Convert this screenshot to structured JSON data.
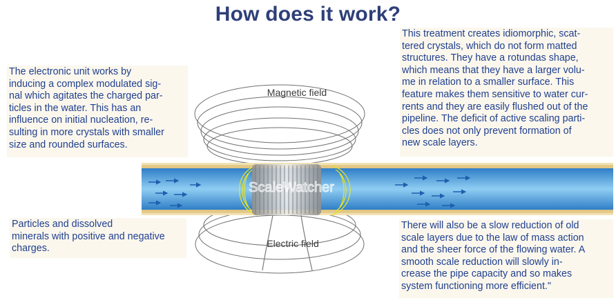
{
  "title": "How does it work?",
  "notes": {
    "top_left": "The electronic unit works by\ninducing a  complex modulated sig-\nnal which agitates the charged par-\nticles in the water. This has an\ninfluence on initial nucleation, re-\nsulting in more crystals with smaller\nsize and rounded surfaces.",
    "top_right": "This treatment creates idiomorphic, scat-\ntered crystals, which do not form matted\nstructures. They have a rotundas shape,\nwhich means that they have a larger volu-\nme in relation to a smaller surface. This\nfeature makes them sensitive to water cur-\nrents and they are easily flushed out of the\npipeline. The deficit of active scaling parti-\ncles does not only prevent formation of\nnew scale layers.",
    "bottom_left": "Particles and dissolved\nminerals with positive and negative\ncharges.",
    "bottom_right": "There will also be a slow reduction of old\nscale layers due to the law of mass action\nand the sheer force of the flowing water. A\nsmooth scale reduction will slowly in-\ncrease the pipe capacity and so makes\nsystem functioning more efficient.\""
  },
  "diagram": {
    "magnetic_field_label": "Magnetic field",
    "electric_field_label": "Electric field",
    "brand_watermark": "ScaleWatcher",
    "colors": {
      "pipe_wall": "#c9a24e",
      "water": "#4fa6df",
      "flow_arrow": "#1d5fae",
      "field_lines": "#6f6f6f",
      "electric_lines": "#e3e326",
      "coil": "#c0c0c0"
    }
  }
}
